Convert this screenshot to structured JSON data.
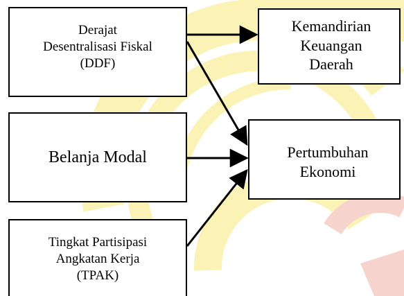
{
  "nodes": {
    "ddf": {
      "label": "Derajat\nDesentralisasi Fiskal\n(DDF)"
    },
    "belanja_modal": {
      "label": "Belanja Modal"
    },
    "tpak": {
      "label": "Tingkat Partisipasi\nAngkatan Kerja\n(TPAK)"
    },
    "kemandirian": {
      "label": "Kemandirian\nKeuangan\nDaerah"
    },
    "pertumbuhan": {
      "label": "Pertumbuhan\nEkonomi"
    }
  },
  "edges": [
    {
      "from": "ddf",
      "to": "kemandirian"
    },
    {
      "from": "ddf",
      "to": "pertumbuhan"
    },
    {
      "from": "belanja_modal",
      "to": "pertumbuhan"
    },
    {
      "from": "tpak",
      "to": "pertumbuhan"
    }
  ],
  "colors": {
    "box_border": "#000000",
    "box_fill": "#ffffff",
    "arrow": "#000000",
    "watermark_fill": "#f7ea7a",
    "watermark_accent": "#f2b0a6"
  }
}
